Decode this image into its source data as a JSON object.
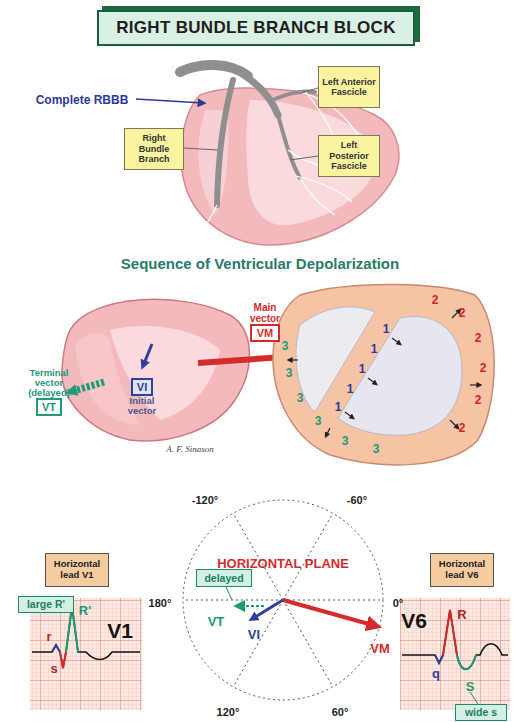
{
  "diagram": {
    "title": "RIGHT BUNDLE BRANCH BLOCK",
    "nodes": [
      {
        "text": [
          "Left Anterior Fascicle"
        ]
      },
      {
        "text": [
          "Right Bundle Branch"
        ]
      },
      {
        "text": [
          "Left Posterior Fascicle"
        ]
      },
      {
        "text": [
          "Main vector",
          "VM"
        ]
      },
      {
        "text": [
          "Terminal vector (delayed)",
          "VT"
        ]
      },
      {
        "text": [
          "VI",
          "Initial vector"
        ]
      },
      {
        "text": [
          "Horizontal lead V1"
        ]
      },
      {
        "text": [
          "Horizontal lead V6"
        ]
      },
      {
        "text": [
          "delayed"
        ]
      },
      {
        "text": [
          "large R'"
        ]
      },
      {
        "text": [
          "wide s"
        ]
      }
    ],
    "labels": [
      "Complete RBBB",
      "Sequence of Ventricular Depolarization",
      "A. F. Sinason",
      "2",
      "2",
      "2",
      "2",
      "2",
      "2",
      "1",
      "1",
      "1",
      "1",
      "1",
      "3",
      "3",
      "3",
      "3",
      "3",
      "3",
      "HORIZONTAL PLANE",
      "-120°",
      "-60°",
      "180°",
      "0°",
      "120°",
      "60°",
      "VT",
      "VI",
      "VM",
      "V1",
      "r",
      "s",
      "R'",
      "V6",
      "R",
      "q",
      "S"
    ]
  }
}
